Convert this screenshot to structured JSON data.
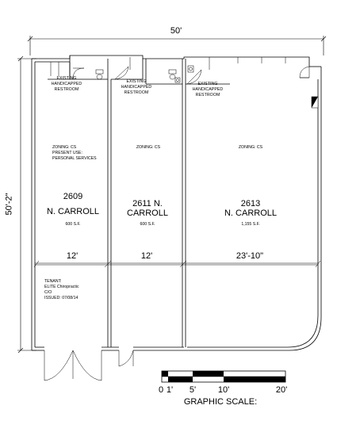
{
  "dimensions": {
    "overall_width": "50'",
    "overall_depth": "50'-2\"",
    "unit_widths": [
      "12'",
      "12'",
      "23'-10\""
    ]
  },
  "restrooms": [
    {
      "label": "EXISTING\nHANDICAPPED\nRESTROOM"
    },
    {
      "label": "EXISTING\nHANDICAPPED\nRESTROOM"
    },
    {
      "label": "EXISTING\nHANDICAPPED\nRESTROOM"
    }
  ],
  "units": [
    {
      "number": "2609",
      "street": "N. CARROLL",
      "area": "600 S.F.",
      "zoning": "ZONING: CS\nPRESENT USE:\nPERSONAL SERVICES"
    },
    {
      "number": "2611 N.",
      "street": "CARROLL",
      "area": "600 S.F.",
      "zoning": "ZONING: CS"
    },
    {
      "number": "2613",
      "street": "N. CARROLL",
      "area": "1,155 S.F.",
      "zoning": "ZONING: CS"
    }
  ],
  "tenant_note": "TENANT:\nELITE Chiropractic\nC/O\nISSUED: 07/08/14",
  "graphic_scale": {
    "title": "GRAPHIC SCALE:",
    "tick_labels": [
      "0",
      "1'",
      "5'",
      "10'",
      "20'"
    ]
  },
  "icons": [
    "toilet-icon",
    "sink-icon",
    "door-swing-icon",
    "panel-icon"
  ]
}
